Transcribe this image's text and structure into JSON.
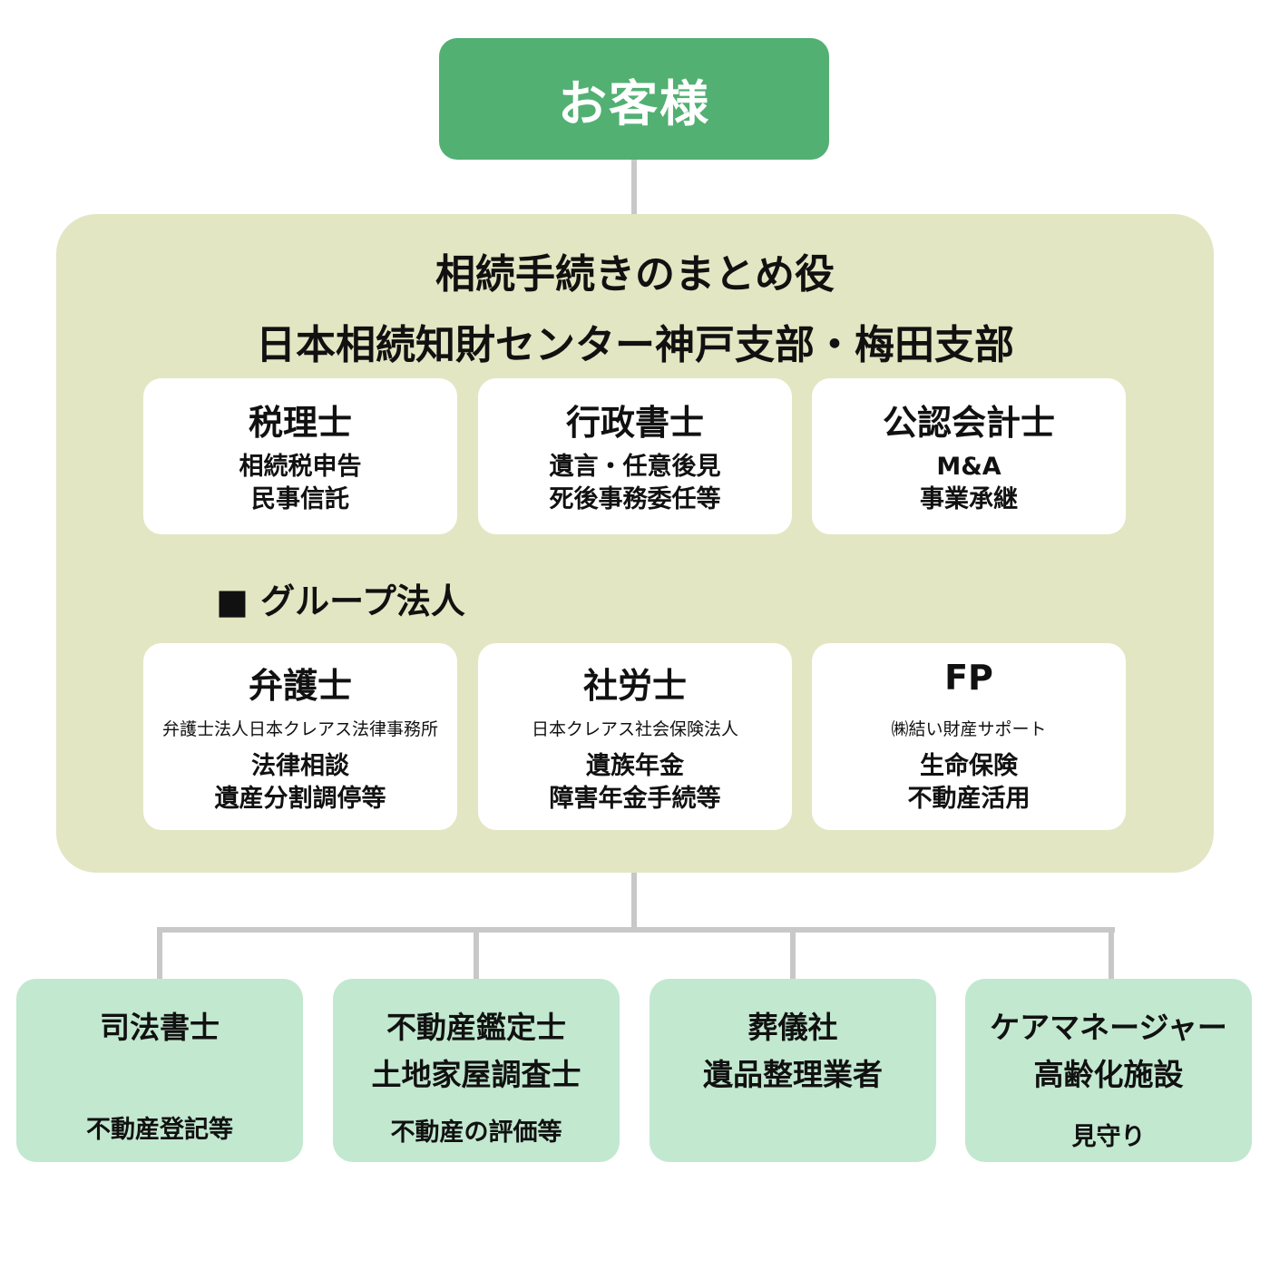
{
  "customer": {
    "label": "お客様"
  },
  "coordinator": {
    "title_line1": "相続手続きのまとめ役",
    "title_line2": "日本相続知財センター神戸支部・梅田支部"
  },
  "services": [
    {
      "title": "税理士",
      "desc1": "相続税申告",
      "desc2": "民事信託"
    },
    {
      "title": "行政書士",
      "desc1": "遺言・任意後見",
      "desc2": "死後事務委任等"
    },
    {
      "title": "公認会計士",
      "desc1": "M&A",
      "desc2": "事業承継"
    }
  ],
  "group": {
    "label": "■ グループ法人",
    "members": [
      {
        "title": "弁護士",
        "org": "弁護士法人日本クレアス法律事務所",
        "desc1": "法律相談",
        "desc2": "遺産分割調停等"
      },
      {
        "title": "社労士",
        "org": "日本クレアス社会保険法人",
        "desc1": "遺族年金",
        "desc2": "障害年金手続等"
      },
      {
        "title": "FP",
        "org": "㈱結い財産サポート",
        "desc1": "生命保険",
        "desc2": "不動産活用"
      }
    ]
  },
  "partners": [
    {
      "line1": "司法書士",
      "line2": "",
      "desc": "不動産登記等"
    },
    {
      "line1": "不動産鑑定士",
      "line2": "土地家屋調査士",
      "desc": "不動産の評価等"
    },
    {
      "line1": "葬儀社",
      "line2": "遺品整理業者",
      "desc": ""
    },
    {
      "line1": "ケアマネージャー",
      "line2": "高齢化施設",
      "desc": "見守り"
    }
  ],
  "colors": {
    "customer_bg": "#52b073",
    "panel_bg": "#e3e6c2",
    "card_bg": "#ffffff",
    "partner_bg": "#c2e8d0",
    "connector": "#c8c8c8"
  }
}
